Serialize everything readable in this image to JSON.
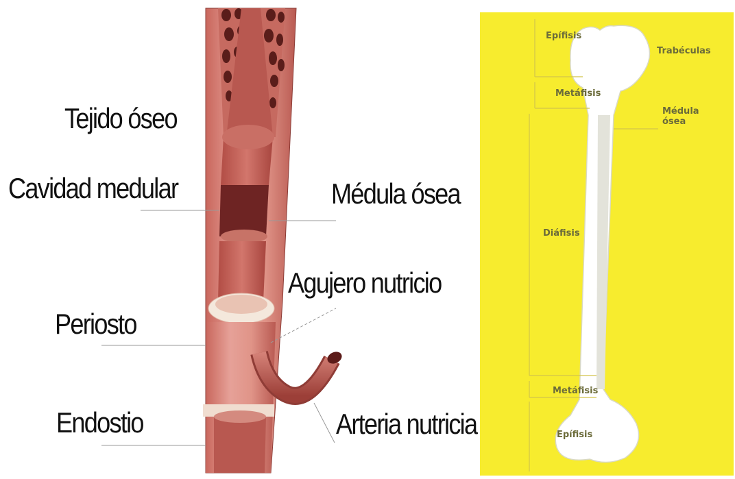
{
  "left_diagram": {
    "labels": {
      "tejido": "Tejido óseo",
      "cavidad": "Cavidad medular",
      "medula": "Médula ósea",
      "agujero": "Agujero nutricio",
      "periosto": "Periosto",
      "endostio": "Endostio",
      "arteria": "Arteria nutricia"
    }
  },
  "right_diagram": {
    "background_color": "#f7ec2e",
    "labels": {
      "epifisis_top": "Epífisis",
      "trabeculas": "Trabéculas",
      "metafisis_top": "Metáfisis",
      "medula_osea_line1": "Médula",
      "medula_osea_line2": "ósea",
      "diafisis": "Diáfisis",
      "metafisis_bottom": "Metáfisis",
      "epifisis_bottom": "Epífisis"
    }
  }
}
